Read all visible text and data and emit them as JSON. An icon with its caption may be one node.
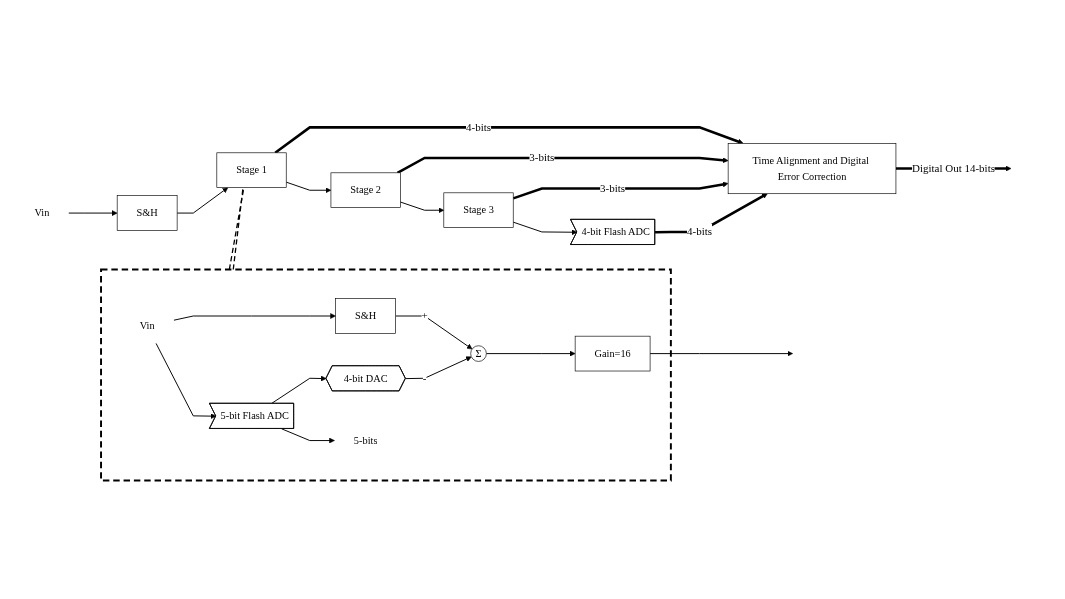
{
  "diagram": {
    "nodes": [
      {
        "text": [],
        "shape": "box"
      },
      {
        "text": [
          "Vin"
        ],
        "in": 0
      },
      {
        "text": [
          "S&H"
        ],
        "in": 0
      },
      {
        "text": [
          "Σ"
        ],
        "in": 0
      },
      {
        "text": [
          "Gain=16"
        ],
        "in": 0
      },
      {
        "text": [
          "5-bit Flash ADC"
        ],
        "in": 0
      },
      {
        "text": [
          "4-bit DAC"
        ],
        "in": 0
      },
      {
        "text": [
          "5-bits"
        ],
        "in": 0
      },
      {
        "text": [
          "Vin"
        ]
      },
      {
        "text": [
          "S&H"
        ]
      },
      {
        "text": [
          "Stage 1"
        ]
      },
      {
        "text": [
          "Stage 2"
        ]
      },
      {
        "text": [
          "Stage 3"
        ]
      },
      {
        "text": [
          "4-bit Flash ADC"
        ]
      },
      {
        "text": [
          "Time Alignment and Digital Error Correction"
        ]
      }
    ],
    "edges": [
      {
        "from": 1,
        "to": 2,
        "arrow": "to"
      },
      {
        "from": 1,
        "to": 5,
        "arrow": "to"
      },
      {
        "from": 2,
        "to": 3,
        "arrow": "to",
        "label": "+"
      },
      {
        "from": 5,
        "to": 6,
        "arrow": "to"
      },
      {
        "from": 5,
        "to": 7,
        "arrow": "to"
      },
      {
        "from": 6,
        "to": 3,
        "arrow": "to",
        "label": "-"
      },
      {
        "from": 3,
        "to": 4,
        "arrow": "to"
      },
      {
        "from": 4,
        "to": null,
        "arrow": "to"
      },
      {
        "from": 0,
        "to": 10,
        "arrow": "none",
        "style": "dashed"
      },
      {
        "from": 0,
        "to": 10,
        "arrow": "none",
        "style": "dashed"
      },
      {
        "from": 8,
        "to": 9,
        "arrow": "to"
      },
      {
        "from": 9,
        "to": 10,
        "arrow": "to"
      },
      {
        "from": 10,
        "to": 11,
        "arrow": "to"
      },
      {
        "from": 11,
        "to": 12,
        "arrow": "to"
      },
      {
        "from": 12,
        "to": 13,
        "arrow": "to"
      },
      {
        "from": 10,
        "to": 14,
        "arrow": "to",
        "label": "4-bits",
        "style": "thick"
      },
      {
        "from": 11,
        "to": 14,
        "arrow": "to",
        "label": "3-bits",
        "style": "thick"
      },
      {
        "from": 12,
        "to": 14,
        "arrow": "to",
        "label": "3-bits",
        "style": "thick"
      },
      {
        "from": 13,
        "to": 14,
        "arrow": "to",
        "label": "4-bits",
        "style": "thick"
      },
      {
        "from": 14,
        "to": null,
        "arrow": "to",
        "label": "Digital Out 14-bits",
        "style": "thick"
      }
    ]
  }
}
